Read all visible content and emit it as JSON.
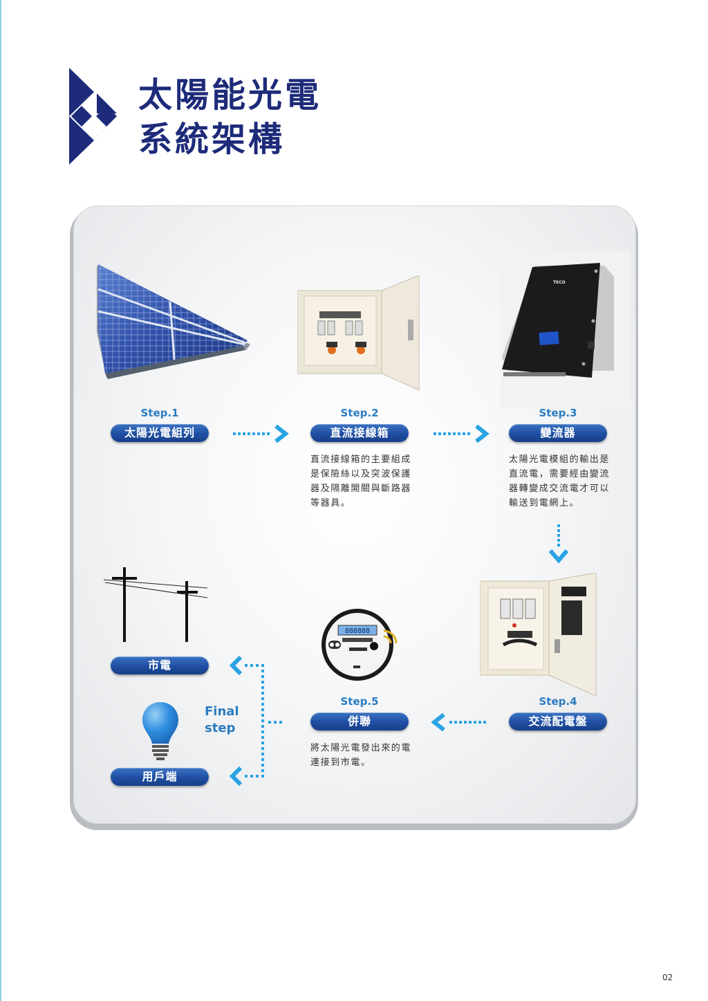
{
  "page": {
    "title_line1": "太陽能光電",
    "title_line2": "系統架構",
    "page_number": "02"
  },
  "colors": {
    "brand_navy": "#1e2b7a",
    "step_blue": "#2a7cc0",
    "arrow_blue": "#29a3e3",
    "pill_blue": "#1f4ea2"
  },
  "steps": [
    {
      "label": "Step.1",
      "name": "太陽光電組列",
      "icon": "solar-panel-array"
    },
    {
      "label": "Step.2",
      "name": "直流接線箱",
      "description": "直流接線箱的主要組成是保險絲以及突波保護器及隔離開關與斷路器等器具。",
      "icon": "dc-junction-box"
    },
    {
      "label": "Step.3",
      "name": "變流器",
      "description": "太陽光電模組的輸出是直流電，需要經由變流器轉變成交流電才可以輸送到電網上。",
      "icon": "inverter"
    },
    {
      "label": "Step.4",
      "name": "交流配電盤",
      "icon": "ac-distribution-panel"
    },
    {
      "label": "Step.5",
      "name": "併聯",
      "description": "將太陽光電發出來的電連接到市電。",
      "icon": "smart-meter"
    }
  ],
  "final": {
    "label": "Final step",
    "grid_name": "市電",
    "user_name": "用戶端",
    "grid_icon": "utility-pole",
    "user_icon": "light-bulb"
  },
  "inverter_brand": "TECO",
  "meter_display": "888888"
}
